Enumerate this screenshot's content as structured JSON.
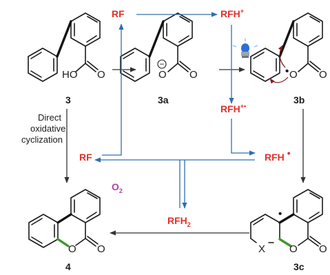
{
  "cycle": {
    "rf_top": "RF",
    "rfh_plus": "RFH",
    "rfh_plus_sup": "+",
    "rfh_plusplus": "RFH",
    "rfh_plusplus_sup": "+•",
    "rfh_radical": "RFH",
    "rfh_radical_dot": "•",
    "rf_left": "RF",
    "rfh2": "RFH",
    "rfh2_sub": "2",
    "o2": "O",
    "o2_sub": "2"
  },
  "compounds": {
    "c3": "3",
    "c3a": "3a",
    "c3b": "3b",
    "c3c": "3c",
    "c4": "4"
  },
  "atoms": {
    "ho": "HO",
    "o": "O",
    "x": "X",
    "minus": "−",
    "radical": "•"
  },
  "side_note": {
    "line1": "Direct",
    "line2": "oxidative",
    "line3": "cyclization"
  },
  "colors": {
    "red": "#e0312b",
    "blue": "#2d6fb2",
    "green": "#3a9a2a",
    "purple": "#b03fa6",
    "lamp": "#2b6fd6"
  },
  "icons": [
    "blue-led-lamp-icon"
  ]
}
